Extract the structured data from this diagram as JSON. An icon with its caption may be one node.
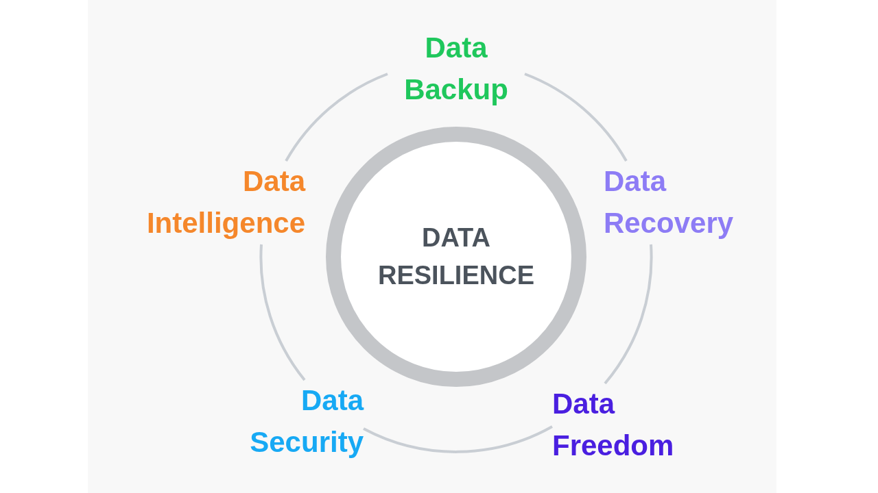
{
  "diagram": {
    "nodes": [
      {
        "text": [
          "Data Backup"
        ]
      },
      {
        "text": [
          "Data Intelligence"
        ]
      },
      {
        "text": [
          "DATA RESILIENCE"
        ]
      },
      {
        "text": [
          "Data Recovery"
        ]
      },
      {
        "text": [
          "Data Security"
        ]
      },
      {
        "text": [
          "Data Freedom"
        ]
      }
    ],
    "edges": [
      {
        "from": 0,
        "to": 3,
        "arrow": "none"
      },
      {
        "from": 3,
        "to": 5,
        "arrow": "none"
      },
      {
        "from": 5,
        "to": 4,
        "arrow": "none"
      },
      {
        "from": 4,
        "to": 1,
        "arrow": "none"
      },
      {
        "from": 1,
        "to": 0,
        "arrow": "none"
      }
    ]
  }
}
